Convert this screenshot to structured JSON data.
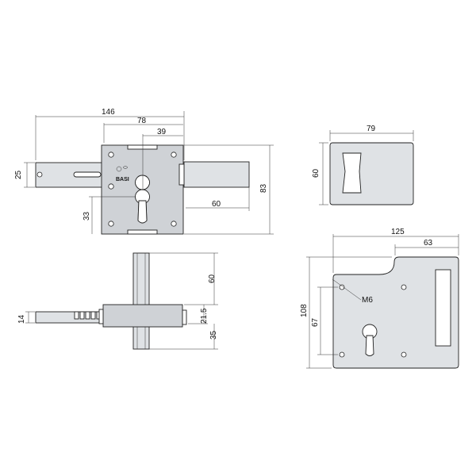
{
  "brand_logo": "BASI",
  "front_view": {
    "dim_total_width": "146",
    "dim_case_width": "78",
    "dim_center": "39",
    "dim_bolt_height": "25",
    "dim_backset": "33",
    "dim_bolt_throw": "60",
    "dim_case_height": "83"
  },
  "side_view": {
    "dim_shaft_upper": "60",
    "dim_offset": "21.5",
    "dim_shaft_lower": "35",
    "dim_bolt_thickness": "14"
  },
  "top_right_view": {
    "dim_width": "79",
    "dim_height": "60"
  },
  "back_plate_view": {
    "dim_total_width": "125",
    "dim_partial_width": "63",
    "dim_total_height": "108",
    "dim_partial_height": "67",
    "thread_label": "M6"
  }
}
